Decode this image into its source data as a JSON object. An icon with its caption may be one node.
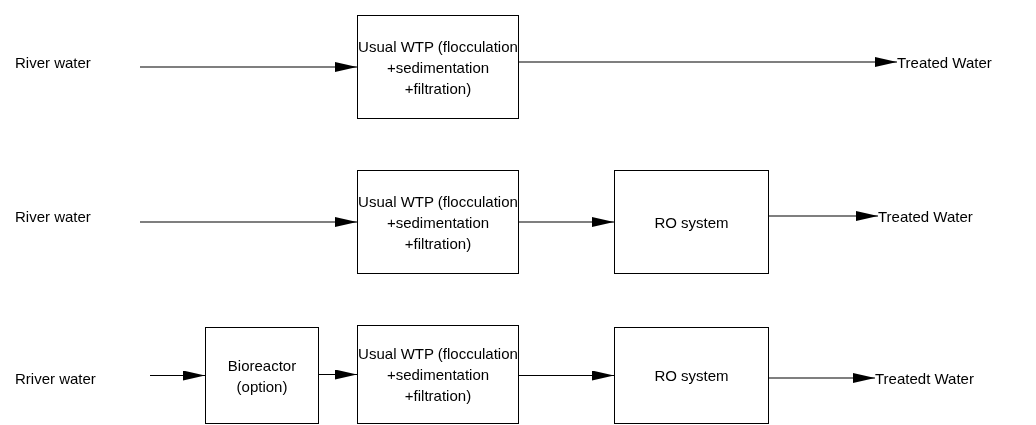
{
  "diagram": {
    "nodes": [
      {
        "text": [
          "River water"
        ]
      },
      {
        "text": [
          "Usual WTP (flocculation +sedimentation +filtration)"
        ]
      },
      {
        "text": [
          "Treated Water"
        ]
      },
      {
        "text": [
          "River water"
        ]
      },
      {
        "text": [
          "Usual WTP (flocculation +sedimentation +filtration)"
        ]
      },
      {
        "text": [
          "RO system"
        ]
      },
      {
        "text": [
          "Treated Water"
        ]
      },
      {
        "text": [
          "Rriver water"
        ]
      },
      {
        "text": [
          "Bioreactor (option)"
        ]
      },
      {
        "text": [
          "Usual WTP (flocculation +sedimentation +filtration)"
        ]
      },
      {
        "text": [
          "RO system"
        ]
      },
      {
        "text": [
          "Treatedt Water"
        ]
      }
    ],
    "edges": [
      {
        "from": 0,
        "to": 1,
        "arrow": "to"
      },
      {
        "from": 1,
        "to": 2,
        "arrow": "to"
      },
      {
        "from": 3,
        "to": 4,
        "arrow": "to"
      },
      {
        "from": 4,
        "to": 5,
        "arrow": "to"
      },
      {
        "from": 5,
        "to": 6,
        "arrow": "to"
      },
      {
        "from": 7,
        "to": 8,
        "arrow": "to"
      },
      {
        "from": 8,
        "to": 9,
        "arrow": "to"
      },
      {
        "from": 9,
        "to": 10,
        "arrow": "to"
      },
      {
        "from": 10,
        "to": 11,
        "arrow": "to"
      }
    ]
  }
}
